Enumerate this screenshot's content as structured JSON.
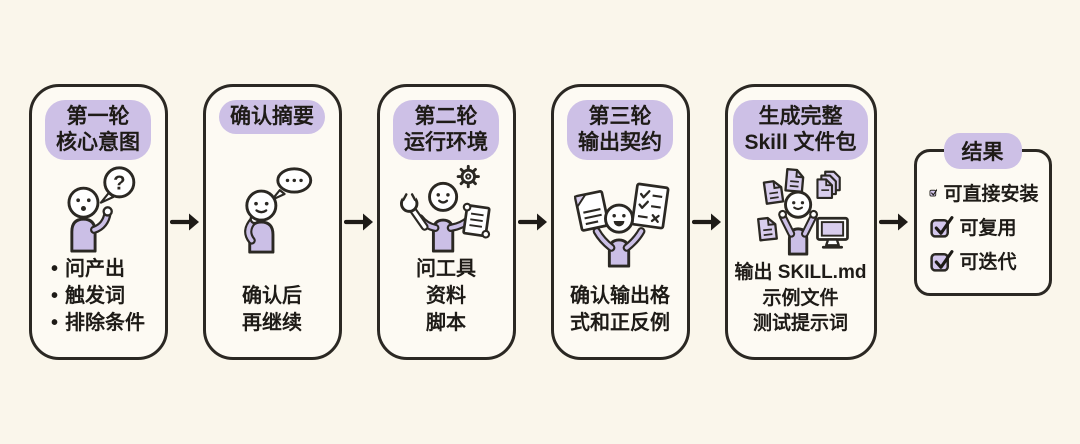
{
  "page": {
    "background": "#faf6eb",
    "card_background": "#fdfaf3",
    "ink": "#2b2823",
    "text_color": "#1e1b17",
    "accent_lavender": "#cdc0e6",
    "doc_purple": "#d8cded"
  },
  "bullet_char": "•",
  "flow_arrow_char": "→",
  "steps": [
    {
      "icon": "person-question-icon",
      "title_line1": "第一轮",
      "title_line2": "核心意图",
      "lines": [
        "问产出",
        "触发词",
        "排除条件"
      ]
    },
    {
      "icon": "person-thinking-icon",
      "title_line1": "确认摘要",
      "title_line2": "",
      "lines": [
        "确认后",
        "再继续"
      ]
    },
    {
      "icon": "person-tools-icon",
      "title_line1": "第二轮",
      "title_line2": "运行环境",
      "lines": [
        "问工具",
        "资料",
        "脚本"
      ]
    },
    {
      "icon": "person-checklist-icon",
      "title_line1": "第三轮",
      "title_line2": "输出契约",
      "lines": [
        "确认输出格",
        "式和正反例"
      ]
    },
    {
      "icon": "person-files-computer-icon",
      "title_line1": "生成完整",
      "title_line2": "Skill 文件包",
      "lines": [
        "输出 SKILL.md",
        "示例文件",
        "测试提示词"
      ]
    }
  ],
  "result": {
    "title": "结果",
    "items": [
      "可直接安装",
      "可复用",
      "可迭代"
    ]
  }
}
